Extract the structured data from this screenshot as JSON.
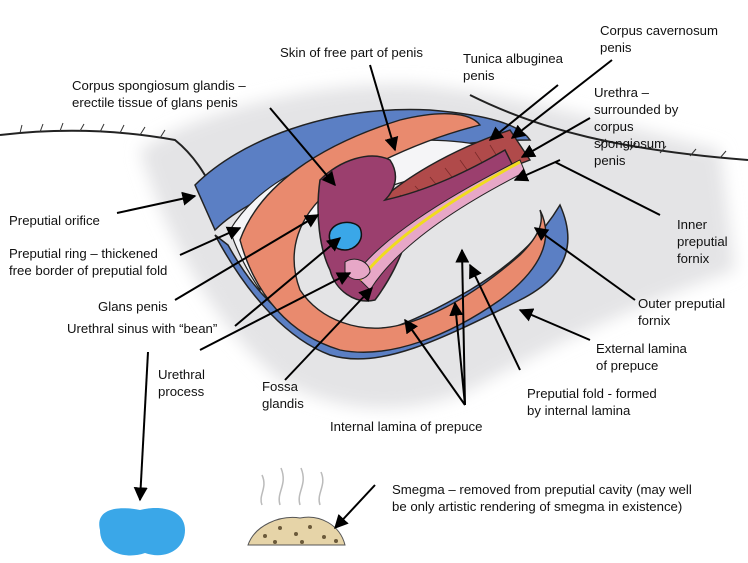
{
  "labels": {
    "skin_free_part": "Skin of free part of penis",
    "corpus_spongiosum_glandis": "Corpus spongiosum glandis –\nerectile tissue of glans penis",
    "tunica_albuginea": "Tunica albuginea\npenis",
    "corpus_cavernosum": "Corpus cavernosum\npenis",
    "urethra": "Urethra –\nsurrounded by\ncorpus\nspongiosum\npenis",
    "inner_fornix": "Inner\npreputial\nfornix",
    "outer_fornix": "Outer preputial\nfornix",
    "external_lamina": "External lamina\nof prepuce",
    "preputial_fold": "Preputial fold - formed\nby internal lamina",
    "internal_lamina": "Internal lamina of prepuce",
    "fossa_glandis": "Fossa\nglandis",
    "urethral_process": "Urethral\nprocess",
    "urethral_sinus": "Urethral sinus with “bean”",
    "glans_penis": "Glans penis",
    "preputial_ring": "Preputial ring – thickened\nfree border of preputial fold",
    "preputial_orifice": "Preputial orifice",
    "smegma": "Smegma – removed from preputial cavity (may well\nbe only artistic rendering of smegma in existence)"
  },
  "colors": {
    "skin_blue": "#5b7fc4",
    "prepuce_salmon": "#e98a6e",
    "glans_purple": "#9b3f6e",
    "cavernosum_red": "#b04a4a",
    "spongiosum_pink": "#e7a7c7",
    "urethra_yellow": "#f0dc1e",
    "bean_blue": "#3aa7e8",
    "smegma_cream": "#e6d4a8"
  }
}
